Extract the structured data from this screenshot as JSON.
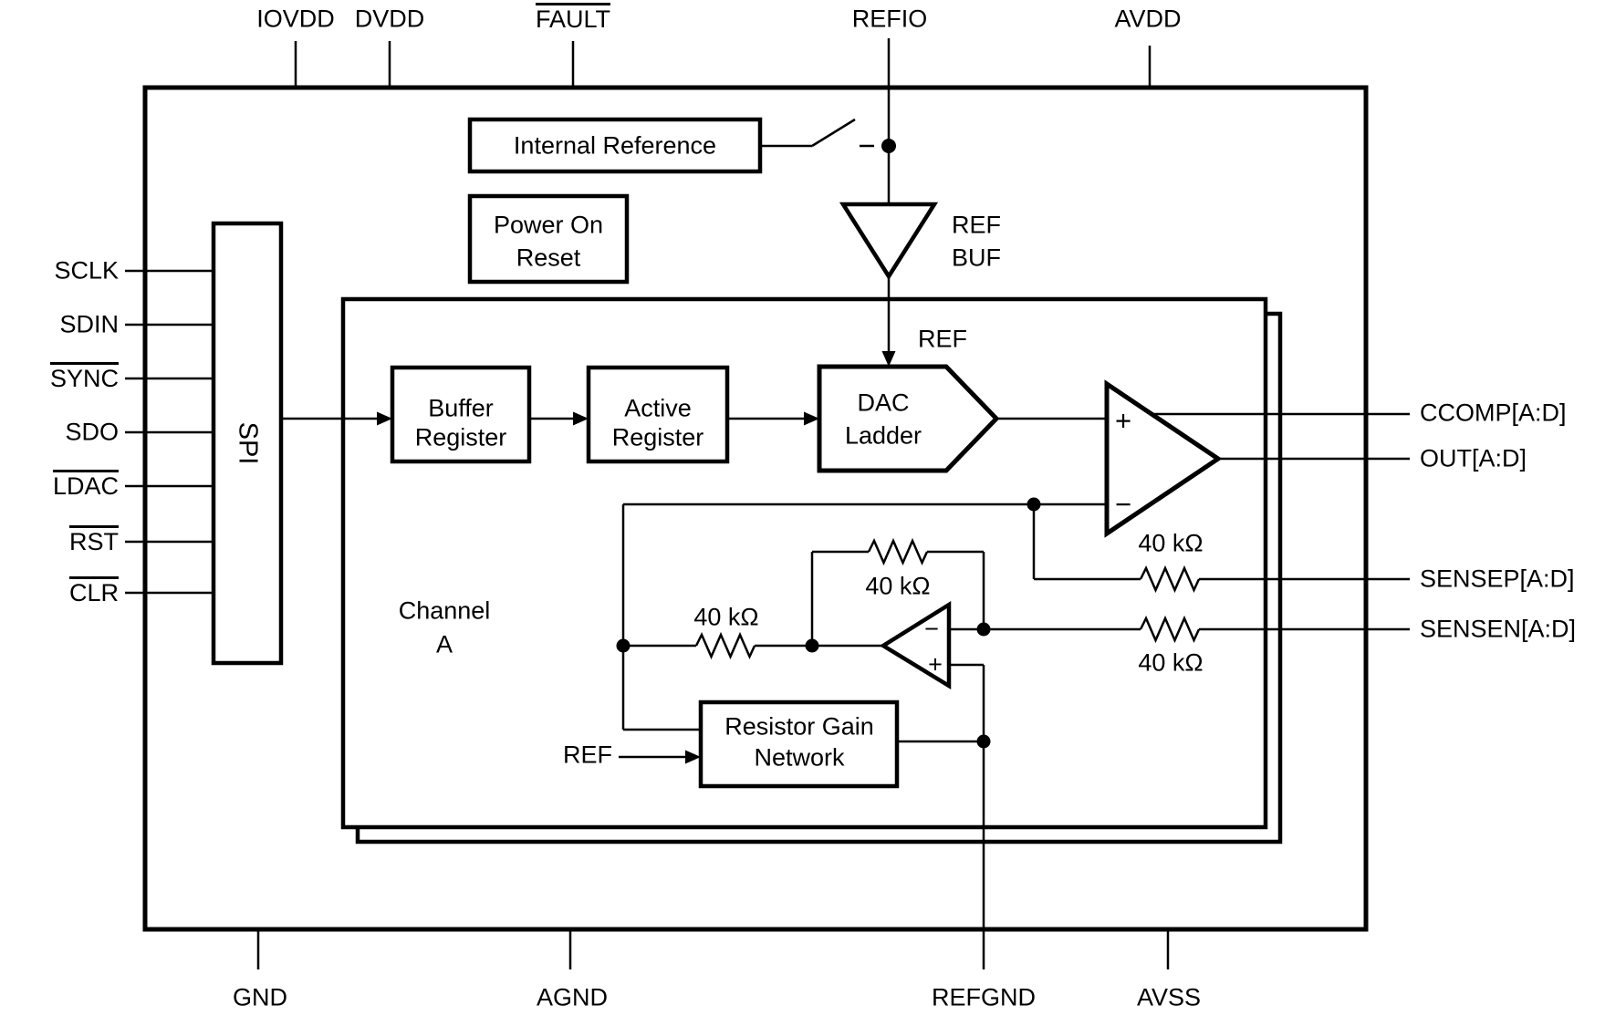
{
  "pins": {
    "top": [
      {
        "label": "IOVDD",
        "overline": false
      },
      {
        "label": "DVDD",
        "overline": false
      },
      {
        "label": "FAULT",
        "overline": true
      },
      {
        "label": "REFIO",
        "overline": false
      },
      {
        "label": "AVDD",
        "overline": false
      }
    ],
    "left": [
      {
        "label": "SCLK",
        "overline": false
      },
      {
        "label": "SDIN",
        "overline": false
      },
      {
        "label": "SYNC",
        "overline": true
      },
      {
        "label": "SDO",
        "overline": false
      },
      {
        "label": "LDAC",
        "overline": true
      },
      {
        "label": "RST",
        "overline": true
      },
      {
        "label": "CLR",
        "overline": true
      }
    ],
    "right": [
      {
        "label": "CCOMP[A:D]"
      },
      {
        "label": "OUT[A:D]"
      },
      {
        "label": "SENSEP[A:D]"
      },
      {
        "label": "SENSEN[A:D]"
      }
    ],
    "bottom": [
      {
        "label": "GND"
      },
      {
        "label": "AGND"
      },
      {
        "label": "REFGND"
      },
      {
        "label": "AVSS"
      }
    ]
  },
  "blocks": {
    "spi": "SPI",
    "internal_reference": "Internal Reference",
    "power_on_reset": {
      "line1": "Power On",
      "line2": "Reset"
    },
    "buffer_register": {
      "line1": "Buffer",
      "line2": "Register"
    },
    "active_register": {
      "line1": "Active",
      "line2": "Register"
    },
    "dac_ladder": {
      "line1": "DAC",
      "line2": "Ladder"
    },
    "ref_buf": {
      "line1": "REF",
      "line2": "BUF"
    },
    "resistor_gain_network": {
      "line1": "Resistor Gain",
      "line2": "Network"
    },
    "channel": {
      "line1": "Channel",
      "line2": "A"
    }
  },
  "net_labels": {
    "ref_to_dac": "REF",
    "ref_to_gain": "REF"
  },
  "resistors": {
    "feedback_main": "40 kΩ",
    "sensep": "40 kΩ",
    "sensen": "40 kΩ",
    "inverting_input": "40 kΩ",
    "feedback_diff": "40 kΩ"
  },
  "opamp_signs": {
    "plus": "+",
    "minus": "−"
  },
  "colors": {
    "ink": "#000000",
    "background": "#ffffff"
  }
}
